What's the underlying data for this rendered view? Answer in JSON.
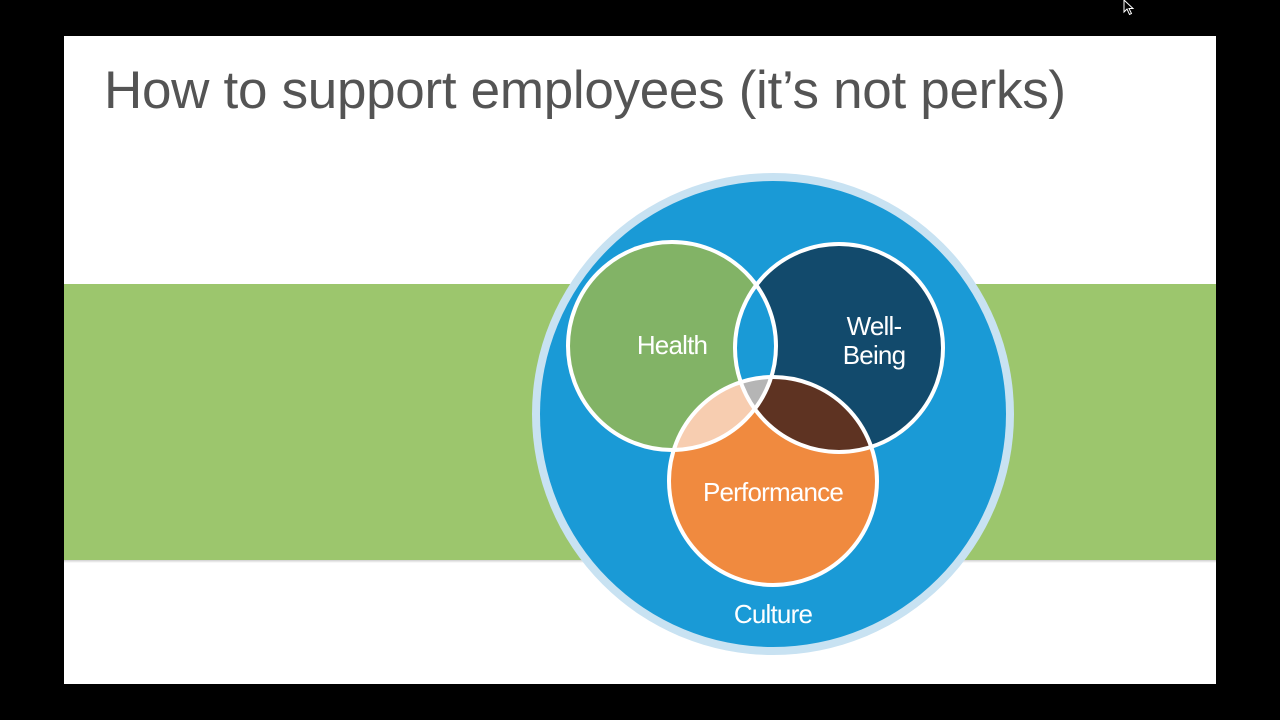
{
  "slide": {
    "title": "How to support employees (it’s not perks)"
  },
  "diagram": {
    "outer": {
      "label": "Culture",
      "color": "#1a9ad6",
      "ring_color": "#c8e2f2"
    },
    "circles": [
      {
        "key": "health",
        "label": "Health",
        "color": "#82b366"
      },
      {
        "key": "wellbeing",
        "label_lines": [
          "Well-",
          "Being"
        ],
        "color": "#124a6c"
      },
      {
        "key": "performance",
        "label": "Performance",
        "color": "#f08a3f"
      }
    ],
    "overlaps": {
      "health_wellbeing": "#1a9ad6",
      "health_performance": "#f7cdb0",
      "wellbeing_performance": "#5e3322",
      "center": "#b5b5b5"
    },
    "band_color": "#9cc66d"
  },
  "screen": {
    "cursor": "mouse-pointer-icon"
  }
}
